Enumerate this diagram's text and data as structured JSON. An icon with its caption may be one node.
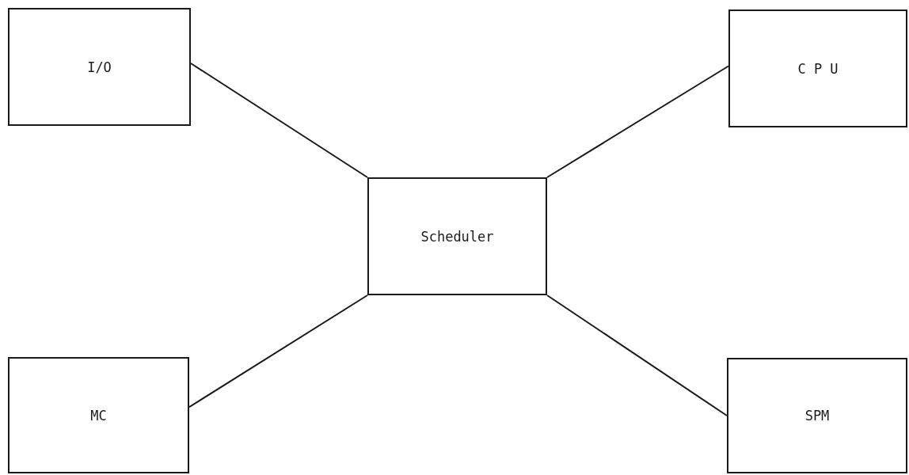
{
  "diagram": {
    "nodes": [
      {
        "text": [
          "I/O"
        ]
      },
      {
        "text": [
          "C P U"
        ]
      },
      {
        "text": [
          "Scheduler"
        ]
      },
      {
        "text": [
          "MC"
        ]
      },
      {
        "text": [
          "SPM"
        ]
      }
    ],
    "edges": [
      {
        "from": 0,
        "to": 2,
        "arrow": "none"
      },
      {
        "from": 1,
        "to": 2,
        "arrow": "none"
      },
      {
        "from": 3,
        "to": 2,
        "arrow": "none"
      },
      {
        "from": 4,
        "to": 2,
        "arrow": "none"
      }
    ]
  }
}
